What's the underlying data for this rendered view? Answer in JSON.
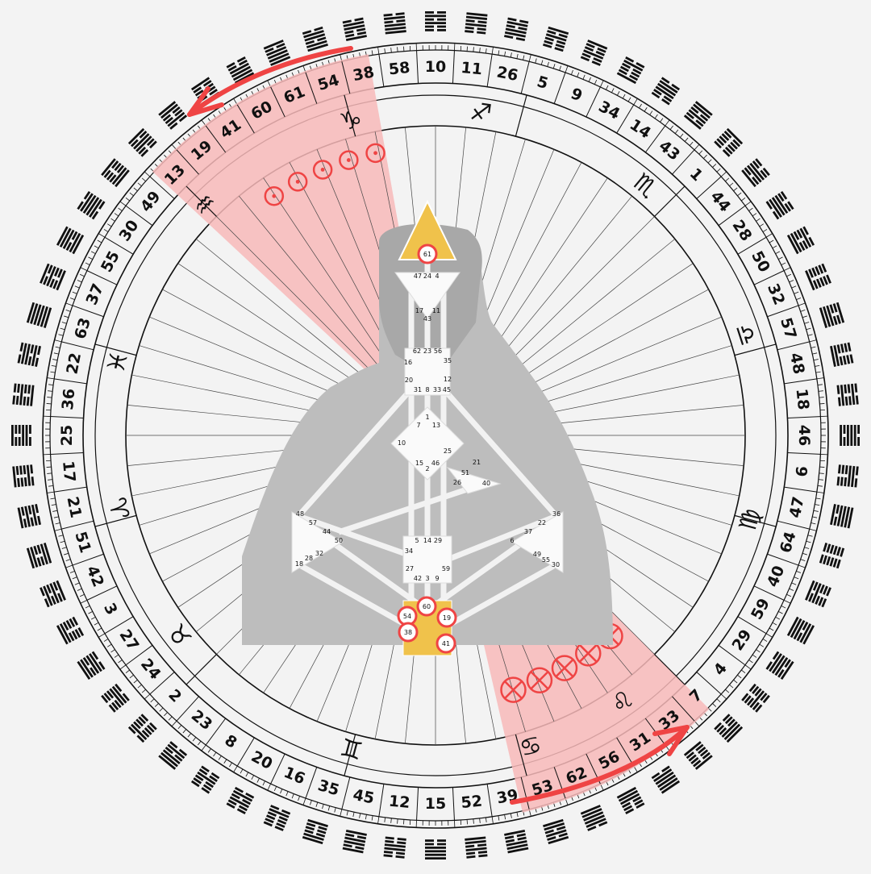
{
  "wheel": {
    "gates_clockwise_from_top": [
      "10",
      "11",
      "26",
      "5",
      "9",
      "34",
      "14",
      "43",
      "1",
      "44",
      "28",
      "50",
      "32",
      "57",
      "48",
      "18",
      "46",
      "6",
      "47",
      "64",
      "40",
      "59",
      "29",
      "4",
      "7",
      "33",
      "31",
      "56",
      "62",
      "53",
      "39",
      "52",
      "15",
      "12",
      "45",
      "35",
      "16",
      "20",
      "8",
      "23",
      "2",
      "24",
      "27",
      "3",
      "42",
      "51",
      "21",
      "17",
      "25",
      "36",
      "22",
      "63",
      "37",
      "55",
      "30",
      "49",
      "13",
      "19",
      "41",
      "60",
      "61",
      "54",
      "38",
      "58"
    ],
    "zodiac_signs": [
      {
        "symbol": "♐",
        "angle": 8
      },
      {
        "symbol": "♏",
        "angle": 40
      },
      {
        "symbol": "♎",
        "angle": 72
      },
      {
        "symbol": "♍",
        "angle": 105
      },
      {
        "symbol": "♌",
        "angle": 145
      },
      {
        "symbol": "♋",
        "angle": 163
      },
      {
        "symbol": "♊",
        "angle": 195
      },
      {
        "symbol": "♉",
        "angle": 232
      },
      {
        "symbol": "♈",
        "angle": 257
      },
      {
        "symbol": "♓",
        "angle": 283
      },
      {
        "symbol": "♒",
        "angle": 315
      },
      {
        "symbol": "♑",
        "angle": 345
      }
    ],
    "colors": {
      "highlight": "#f7b9b9",
      "accent": "#ef4444",
      "center_yellow": "#f0c24b",
      "body_gray": "#9a9a9a"
    }
  },
  "highlights": {
    "sun_sector": {
      "start_angle": -47,
      "end_angle": -10,
      "markers": "sun"
    },
    "earth_sector": {
      "start_angle": 135,
      "end_angle": 167,
      "markers": "earth"
    },
    "sun_symbol": "☉",
    "earth_symbol": "⊗"
  },
  "bodygraph": {
    "head": {
      "gate": "61"
    },
    "ajna_top": [
      "47",
      "24",
      "4"
    ],
    "ajna_side": [
      "17",
      "11"
    ],
    "ajna_bottom": [
      "43"
    ],
    "throat_top": [
      "62",
      "23",
      "56"
    ],
    "throat_sides": [
      "16",
      "35",
      "20",
      "12"
    ],
    "throat_bottom": [
      "31",
      "8",
      "33",
      "45"
    ],
    "g_top": [
      "1",
      "7",
      "13"
    ],
    "g_sides": [
      "10",
      "25"
    ],
    "g_bottom": [
      "15",
      "46",
      "2"
    ],
    "ego": [
      "21",
      "51",
      "26",
      "40"
    ],
    "spleen": [
      "48",
      "57",
      "44",
      "50",
      "32",
      "28",
      "18"
    ],
    "solar": [
      "36",
      "22",
      "37",
      "6",
      "49",
      "55",
      "30"
    ],
    "sacral_top": [
      "5",
      "14",
      "29"
    ],
    "sacral_sides": [
      "34",
      "27",
      "59"
    ],
    "sacral_bottom": [
      "42",
      "3",
      "9"
    ],
    "root_active": [
      "60",
      "54",
      "19",
      "38",
      "41"
    ]
  }
}
